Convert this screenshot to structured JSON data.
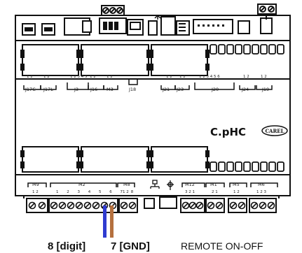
{
  "brand": {
    "logo_text": "C.pHC",
    "carel_text": "CAREL"
  },
  "top_labels": [
    {
      "id": "J17C",
      "label": "J17C",
      "pins": "1 2"
    },
    {
      "id": "J17L",
      "label": "J17L",
      "pins": "1 2"
    },
    {
      "id": "J3",
      "label": "J3",
      "pins": "1 2 3 4 5"
    },
    {
      "id": "J16",
      "label": "J16",
      "pins": "1 2"
    },
    {
      "id": "M3",
      "label": "M3",
      "pins": "1 2"
    },
    {
      "id": "J18",
      "label": "J18",
      "pins": ""
    },
    {
      "id": "J21",
      "label": "J21",
      "pins": "1 2"
    },
    {
      "id": "J23",
      "label": "J23",
      "pins": "1 2"
    },
    {
      "id": "J20",
      "label": "J20",
      "pins": "1 2 3 4 5 6"
    },
    {
      "id": "J24",
      "label": "J24",
      "pins": "1 2"
    },
    {
      "id": "J19",
      "label": "J19",
      "pins": "1 2"
    }
  ],
  "bottom_labels": [
    {
      "id": "M9",
      "label": "M9",
      "pins": "1 2"
    },
    {
      "id": "M2",
      "label": "M2",
      "pins": "1 2 3 4 5 6 7 8"
    },
    {
      "id": "M8",
      "label": "M8",
      "pins": "1 2"
    },
    {
      "id": "M12",
      "label": "M12",
      "pins": "3 2 1"
    },
    {
      "id": "M1",
      "label": "M1",
      "pins": "2 1"
    },
    {
      "id": "M5",
      "label": "M5",
      "pins": "1 2"
    },
    {
      "id": "M6",
      "label": "M6",
      "pins": "1 2 3"
    }
  ],
  "captions": {
    "digit_wire": "8 [digit]",
    "gnd_wire": "7 [GND]",
    "remote": "REMOTE ON-OFF"
  },
  "colors": {
    "digit_wire": "#2f3bd0",
    "gnd_wire": "#b5703e"
  }
}
